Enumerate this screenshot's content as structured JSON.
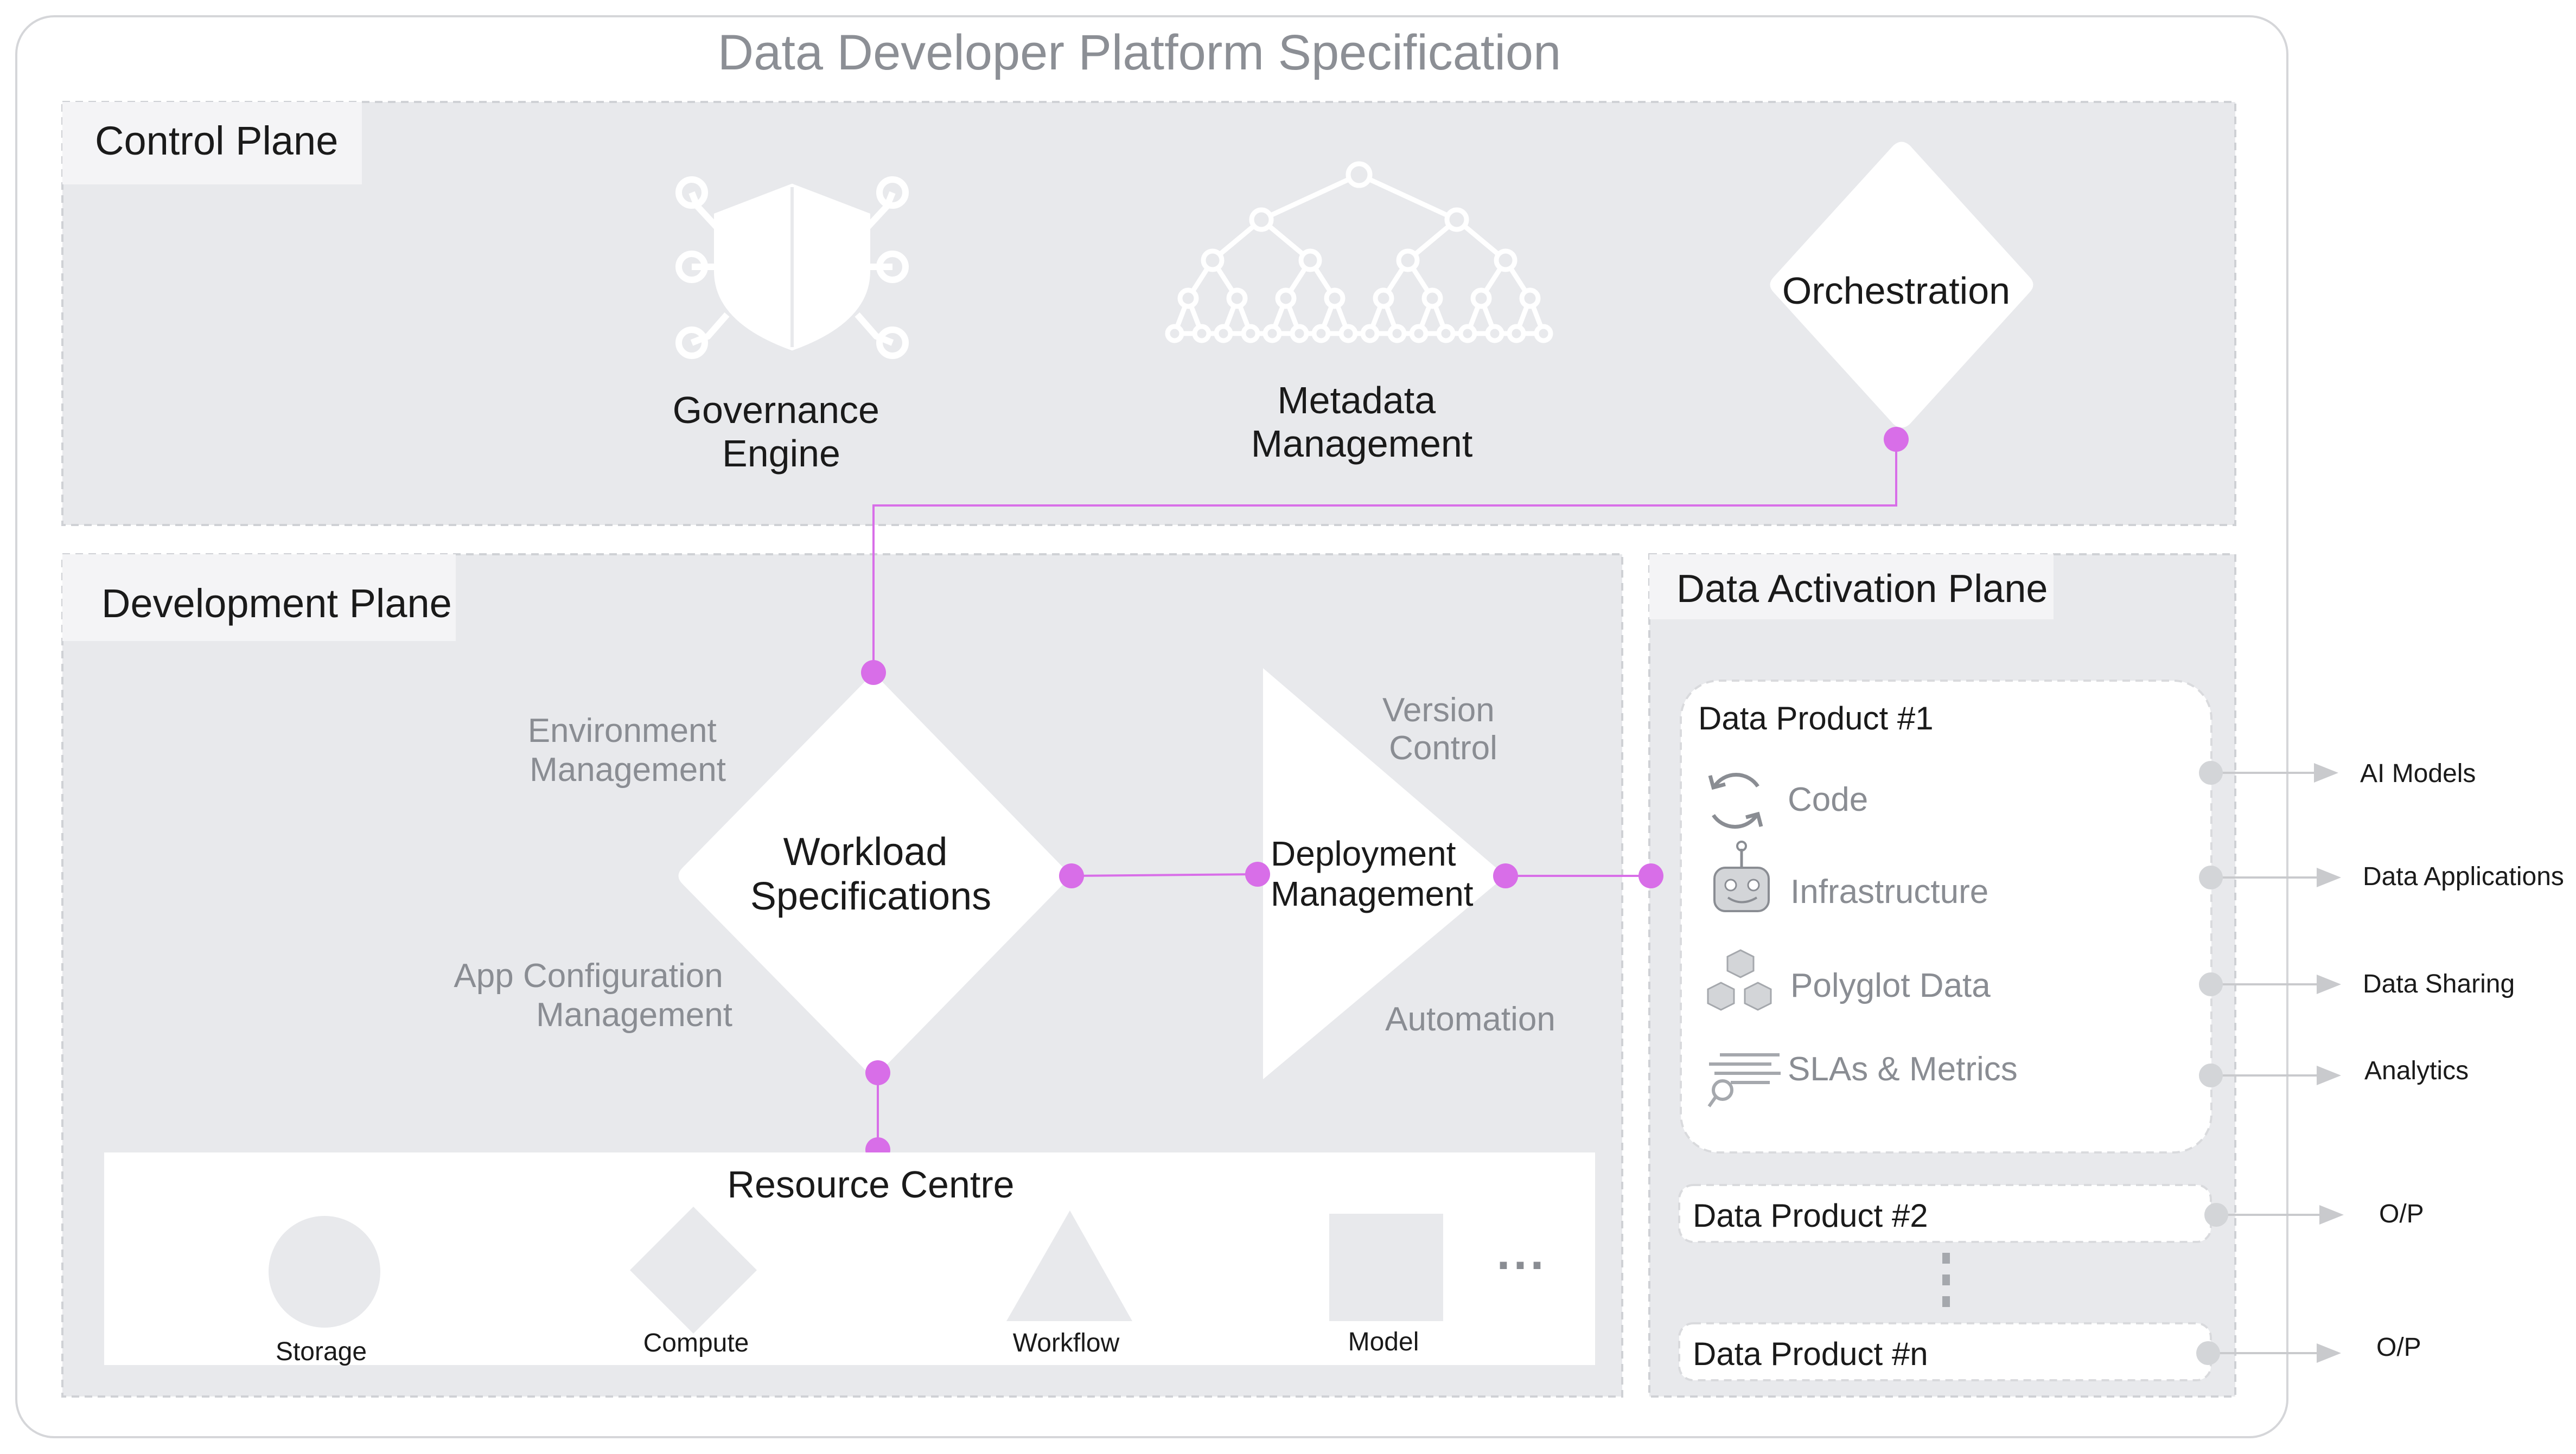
{
  "title": "Data Developer Platform Specification",
  "control_plane": {
    "label": "Control Plane",
    "governance_engine": [
      "Governance",
      "Engine"
    ],
    "metadata_management": [
      "Metadata",
      "Management"
    ],
    "orchestration": "Orchestration"
  },
  "development_plane": {
    "label": "Development Plane",
    "environment_management": [
      "Environment",
      "Management"
    ],
    "app_configuration_management": [
      "App Configuration",
      "Management"
    ],
    "workload_specifications": [
      "Workload",
      "Specifications"
    ],
    "deployment_management": [
      "Deployment",
      "Management"
    ],
    "version_control": [
      "Version",
      "Control"
    ],
    "automation": "Automation",
    "resource_centre": {
      "title": "Resource Centre",
      "items": [
        "Storage",
        "Compute",
        "Workflow",
        "Model"
      ],
      "more": "..."
    }
  },
  "data_activation_plane": {
    "label": "Data Activation Plane",
    "product_1": {
      "title": "Data Product #1",
      "items": [
        "Code",
        "Infrastructure",
        "Polyglot Data",
        "SLAs & Metrics"
      ]
    },
    "product_2": "Data Product #2",
    "product_n": "Data Product #n",
    "ellipsis": "⋮"
  },
  "outputs": [
    "AI Models",
    "Data Applications",
    "Data Sharing",
    "Analytics",
    "O/P",
    "O/P"
  ],
  "colors": {
    "panel": "#e8e9ec",
    "accent": "#d86ee8",
    "connector": "#c9cacd",
    "muted_text": "#8a8d93",
    "title_text": "#8c8f95"
  }
}
